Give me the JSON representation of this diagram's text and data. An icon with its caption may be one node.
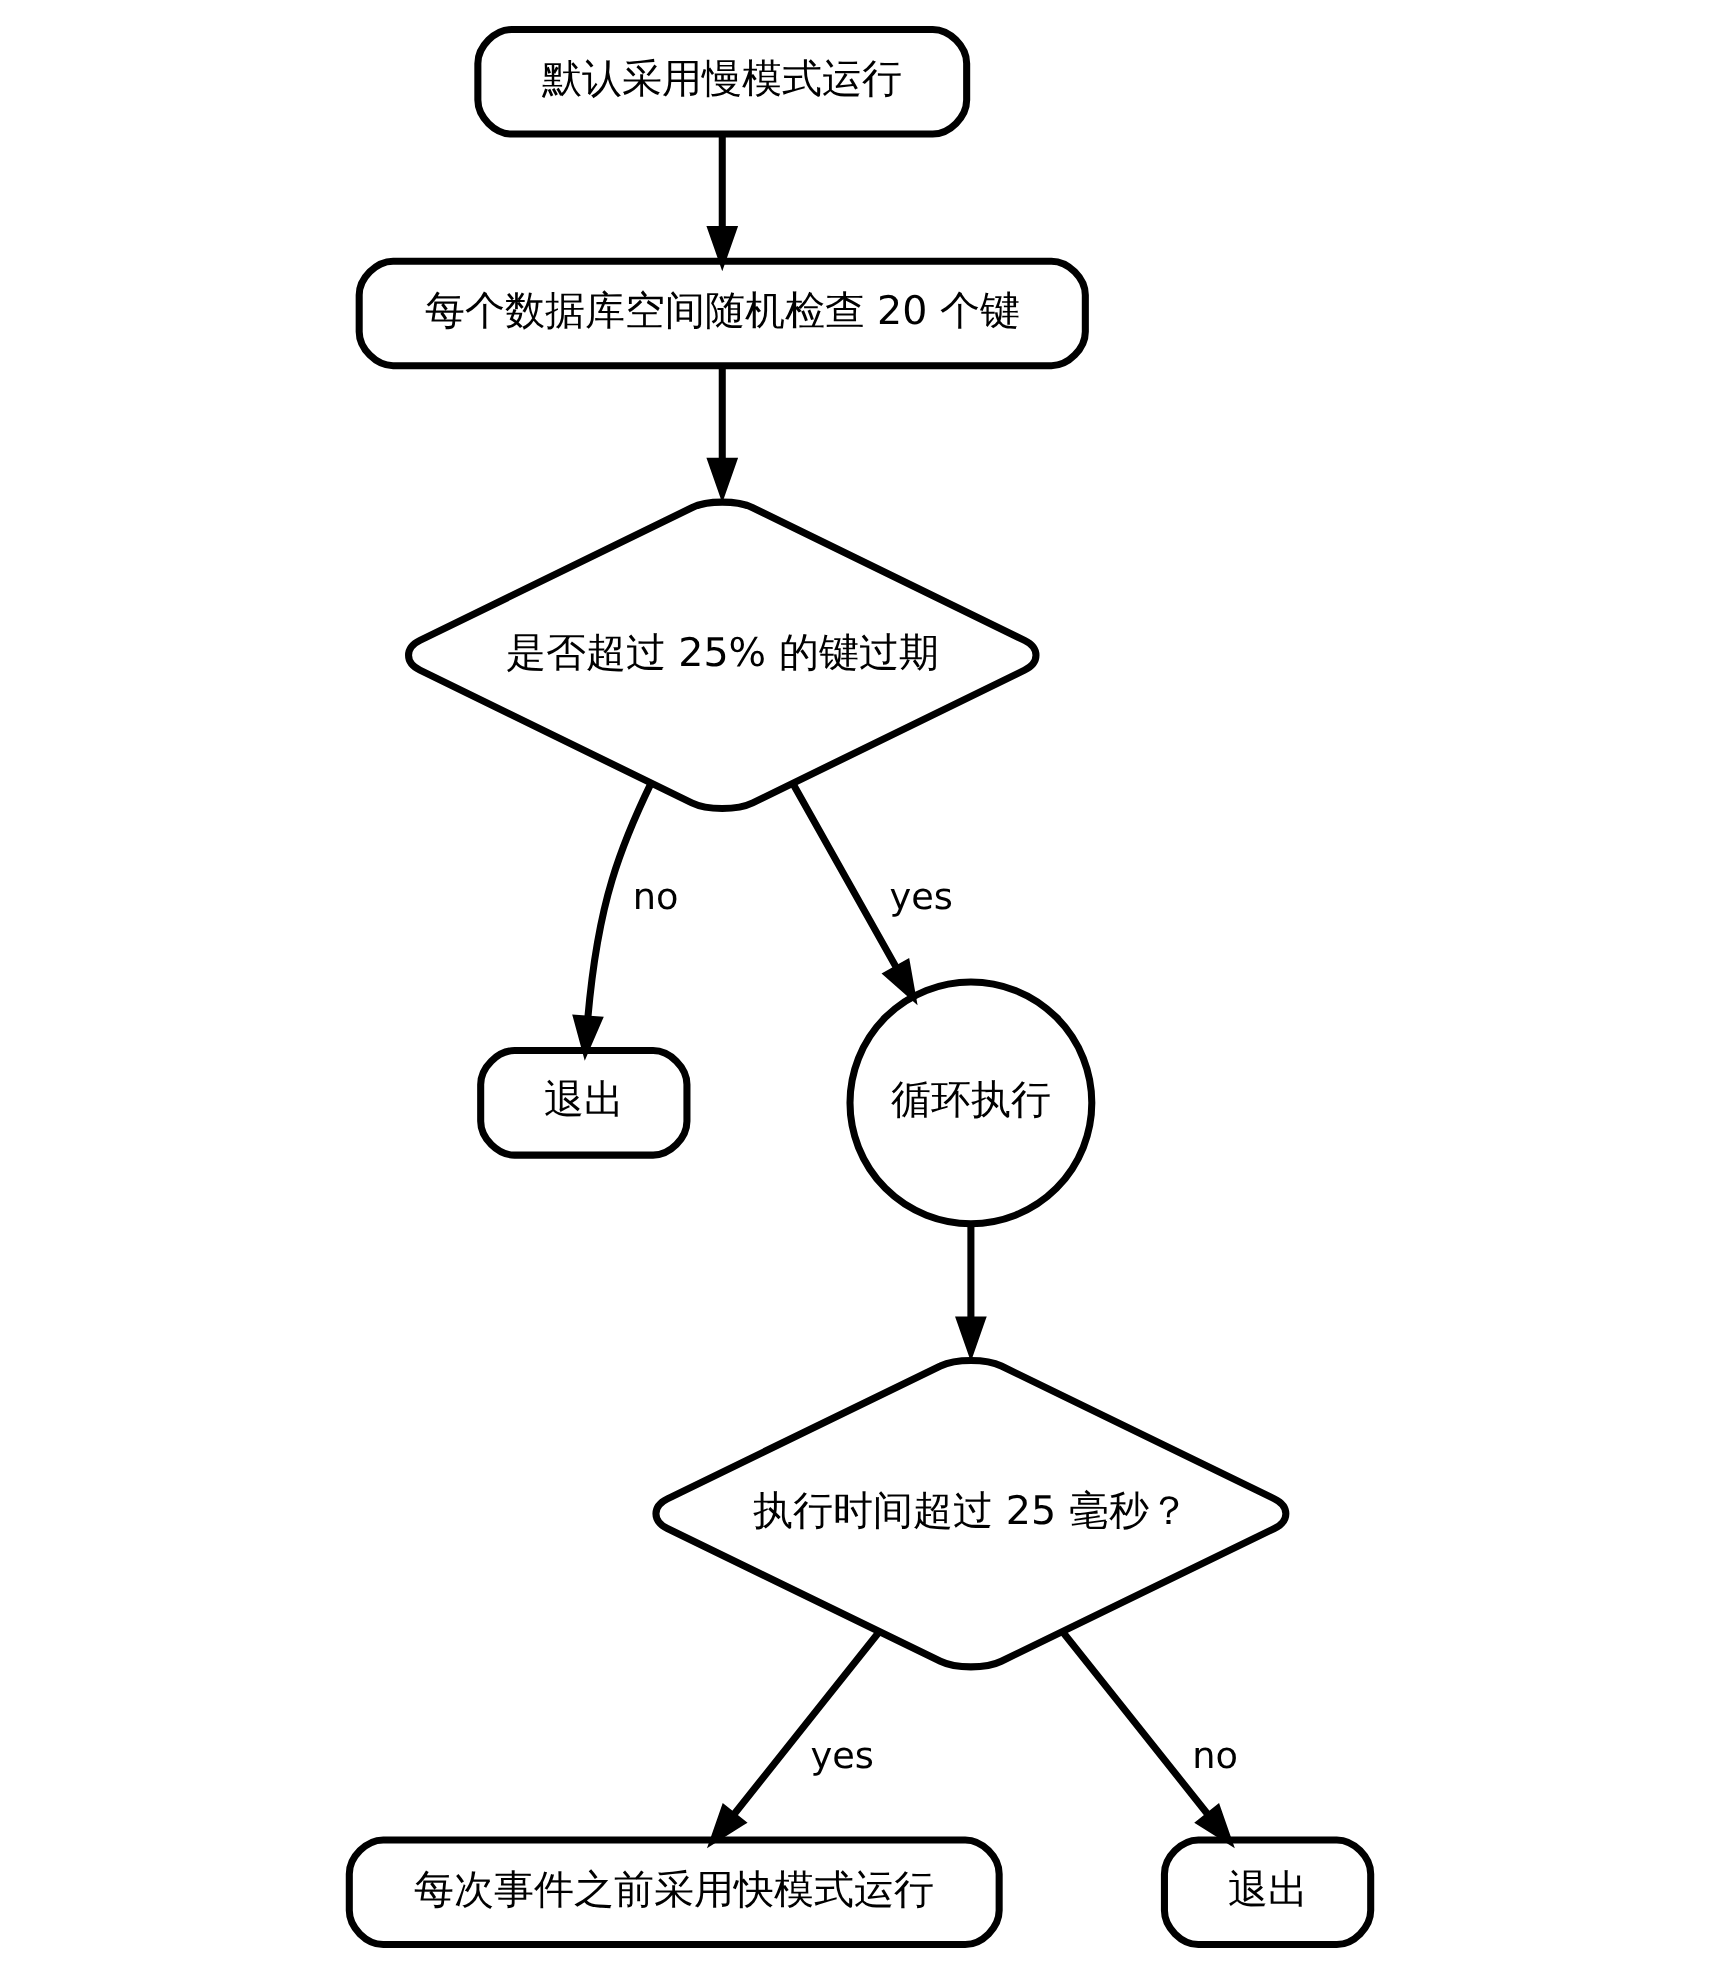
{
  "diagram": {
    "nodes": [
      {
        "text": [
          "默认采用慢模式运行"
        ]
      },
      {
        "text": [
          "每个数据库空间随机检查 20 个键"
        ]
      },
      {
        "text": [
          "是否超过 25% 的键过期"
        ]
      },
      {
        "text": [
          "退出"
        ]
      },
      {
        "text": [
          "循环执行"
        ]
      },
      {
        "text": [
          "执行时间超过 25 毫秒？"
        ]
      },
      {
        "text": [
          "每次事件之前采用快模式运行"
        ]
      },
      {
        "text": [
          "退出"
        ]
      }
    ],
    "edges": [
      {
        "from": 0,
        "to": 1,
        "arrow": "to"
      },
      {
        "from": 1,
        "to": 2,
        "arrow": "to"
      },
      {
        "from": 2,
        "to": 3,
        "arrow": "to",
        "label": "no"
      },
      {
        "from": 2,
        "to": 4,
        "arrow": "to",
        "label": "yes"
      },
      {
        "from": 4,
        "to": 5,
        "arrow": "to"
      },
      {
        "from": 5,
        "to": 6,
        "arrow": "to",
        "label": "yes"
      },
      {
        "from": 5,
        "to": 7,
        "arrow": "to",
        "label": "no"
      }
    ]
  }
}
